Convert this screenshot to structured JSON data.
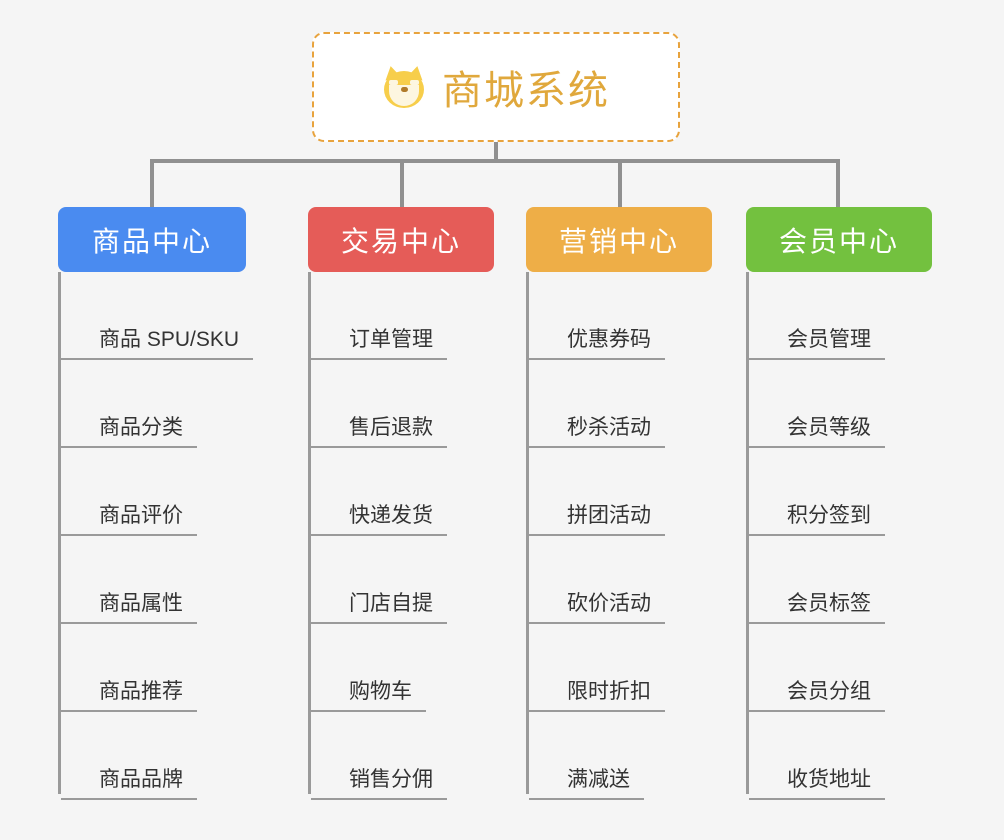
{
  "page": {
    "background_color": "#f5f5f5",
    "line_color": "#909090"
  },
  "root": {
    "title": "商城系统",
    "icon": "dog-face-emoji",
    "emoji": "🐶",
    "border_color": "#e8a33d",
    "title_color": "#e0a83c"
  },
  "columns": [
    {
      "header": "商品中心",
      "color": "#4a8bf0",
      "items": [
        "商品 SPU/SKU",
        "商品分类",
        "商品评价",
        "商品属性",
        "商品推荐",
        "商品品牌"
      ]
    },
    {
      "header": "交易中心",
      "color": "#e55c58",
      "items": [
        "订单管理",
        "售后退款",
        "快递发货",
        "门店自提",
        "购物车",
        "销售分佣"
      ]
    },
    {
      "header": "营销中心",
      "color": "#eeae47",
      "items": [
        "优惠券码",
        "秒杀活动",
        "拼团活动",
        "砍价活动",
        "限时折扣",
        "满减送"
      ]
    },
    {
      "header": "会员中心",
      "color": "#73c13f",
      "items": [
        "会员管理",
        "会员等级",
        "积分签到",
        "会员标签",
        "会员分组",
        "收货地址"
      ]
    }
  ]
}
